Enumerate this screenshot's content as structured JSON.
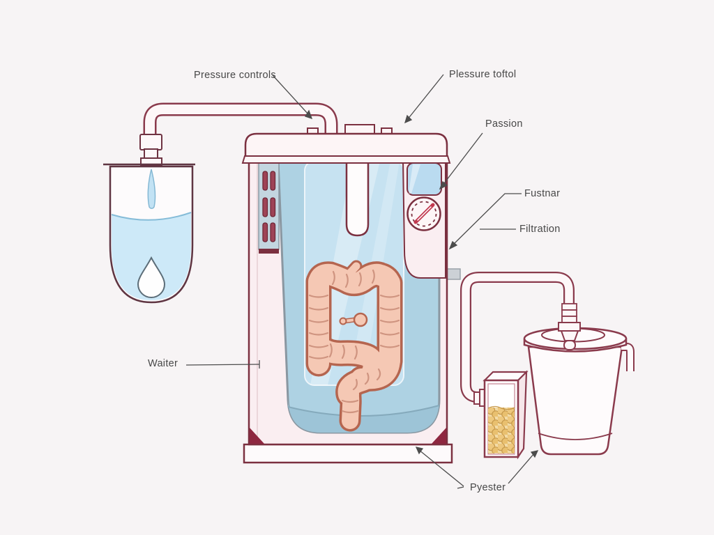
{
  "labels": {
    "pressure_controls": "Pressure controls",
    "pressure_total": "Plessure toftol",
    "passion": "Passion",
    "fustnar": "Fustnar",
    "filtration": "Filtration",
    "water": "Waiter",
    "pyester": "Pyester"
  },
  "palette": {
    "background": "#f7f4f5",
    "machine_outline": "#7b3040",
    "pipe_outline": "#8a3a4c",
    "tank_blue": "#aed2e3",
    "inner_window_blue": "#c6e2f1",
    "small_window_blue": "#badbf0",
    "water_blue": "#cde9f8",
    "colon_fill": "#f5c8b4",
    "colon_outline": "#b5654f",
    "vent_slat_red": "#9e4356",
    "base_accent_red": "#8e2740",
    "beads_yellow": "#eec87e",
    "label_text": "#474747"
  }
}
